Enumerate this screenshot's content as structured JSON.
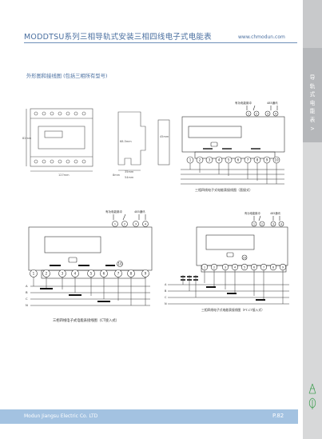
{
  "header": {
    "title": "MODDTSU系列三相导轨式安装三相四线电子式电能表",
    "url": "www.chmodun.com"
  },
  "section_title": "外形图和接线图 (包括三相所有型号)",
  "sidebar": {
    "label_chars": [
      "导",
      "轨",
      "式",
      "电",
      "能",
      "表"
    ],
    "arrow": ">"
  },
  "diagrams": {
    "outline": {
      "dims": [
        "82mm",
        "127mm",
        "68.5mm",
        "18.5mm",
        "8mm",
        "45mm",
        "35mm",
        "54mm"
      ]
    },
    "direct": {
      "output_labels": [
        "有功电能脉冲",
        "485通讯"
      ],
      "output_terminals": [
        "1",
        "2",
        "3",
        "4"
      ],
      "terminals": [
        "1",
        "2",
        "3",
        "4",
        "5",
        "6",
        "7",
        "8",
        "9",
        "10"
      ],
      "phase_labels": [
        "A",
        "B",
        "C",
        "N"
      ],
      "caption": "三相四线电子式电能表接线图（直接式）"
    },
    "ct": {
      "output_labels": [
        "有功电能脉冲",
        "485通讯"
      ],
      "output_terminals": [
        "1",
        "2",
        "3",
        "4"
      ],
      "terminals": [
        "1",
        "2",
        "3",
        "4",
        "5",
        "6",
        "7",
        "8",
        "9",
        "10"
      ],
      "phase_labels": [
        "A",
        "B",
        "C",
        "N"
      ],
      "caption": "三相四线电子式电能表接线图（CT接入式）"
    },
    "ptct": {
      "output_labels": [
        "有功电能脉冲",
        "485通讯"
      ],
      "output_terminals": [
        "1",
        "2",
        "3",
        "4"
      ],
      "terminals": [
        "1",
        "2",
        "3",
        "4",
        "5",
        "6",
        "7",
        "8",
        "9",
        "10"
      ],
      "phase_labels": [
        "A",
        "B",
        "C",
        "N"
      ],
      "caption": "三相四线电子式电能表接线图（PT-CT接入式）"
    }
  },
  "footer": {
    "company": "Modun Jiangsu Electric Co. LTD",
    "page": "P.82"
  }
}
